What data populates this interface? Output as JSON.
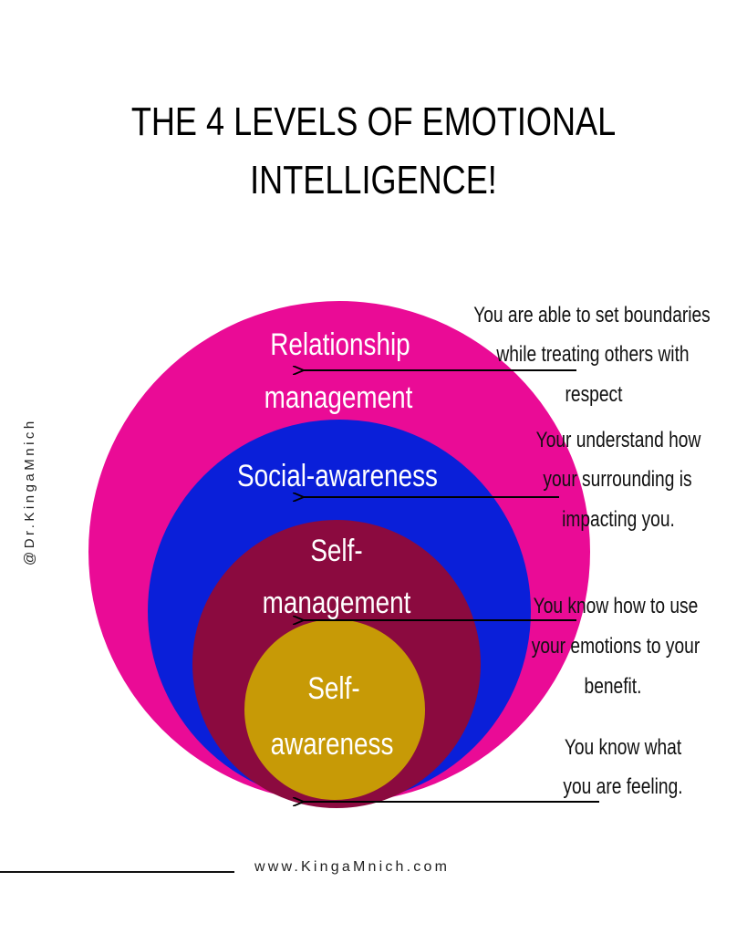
{
  "title": {
    "line1": "THE 4 LEVELS OF EMOTIONAL",
    "line2": "INTELLIGENCE!"
  },
  "handle": "@Dr.KingaMnich",
  "footer": {
    "url": "www.KingaMnich.com"
  },
  "levels": [
    {
      "id": "relationship",
      "label_lines": [
        "Relationship",
        "management"
      ],
      "color": "#EA0B96",
      "description_lines": [
        "You are able to set boundaries",
        "while treating others with",
        "respect"
      ]
    },
    {
      "id": "social",
      "label_lines": [
        "Social-awareness"
      ],
      "color": "#0A1FD9",
      "description_lines": [
        "Your understand how",
        "your surrounding is",
        "impacting you."
      ]
    },
    {
      "id": "selfmgmt",
      "label_lines": [
        "Self-",
        "management"
      ],
      "color": "#8B0A3F",
      "description_lines": [
        "You know how to use",
        "your emotions to your",
        "benefit."
      ]
    },
    {
      "id": "selfaware",
      "label_lines": [
        "Self-",
        "awareness"
      ],
      "color": "#C79A06",
      "description_lines": [
        "You know what",
        "you are feeling."
      ]
    }
  ]
}
